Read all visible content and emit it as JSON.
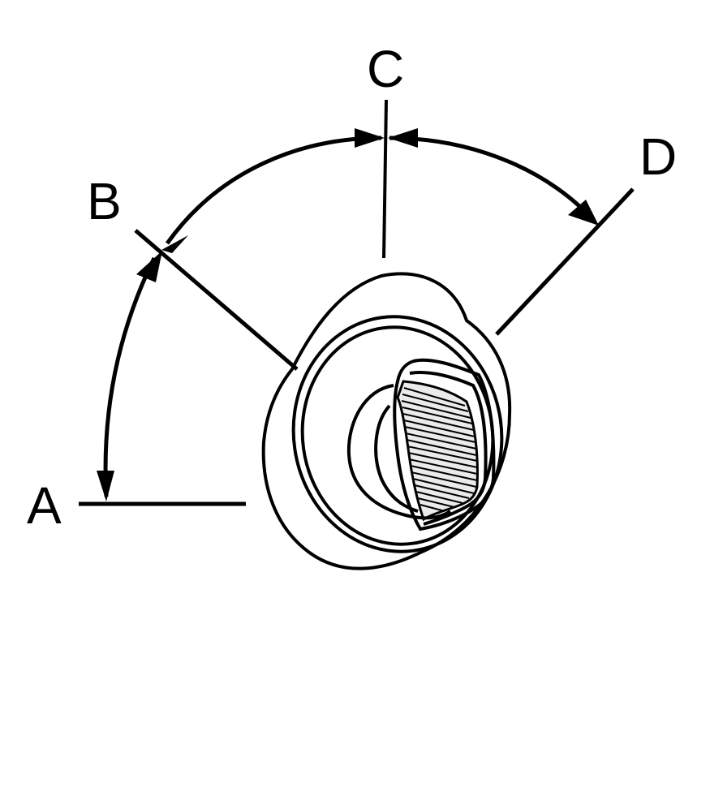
{
  "diagram": {
    "type": "technical-line-drawing",
    "subject": "rotary knob / switch with angular position markers",
    "colors": {
      "line": "#000000",
      "background": "#ffffff"
    },
    "labels": {
      "A": "A",
      "B": "B",
      "C": "C",
      "D": "D"
    },
    "positions": [
      {
        "id": "A",
        "description": "horizontal reference line at left"
      },
      {
        "id": "B",
        "description": "diagonal line upper-left"
      },
      {
        "id": "C",
        "description": "vertical line at top"
      },
      {
        "id": "D",
        "description": "diagonal line upper-right"
      }
    ],
    "dimension_arcs": [
      {
        "from": "A",
        "to": "B",
        "arrows": "both"
      },
      {
        "from": "B",
        "to": "C",
        "arrows": "both"
      },
      {
        "from": "C",
        "to": "D",
        "arrows": "both"
      }
    ]
  }
}
